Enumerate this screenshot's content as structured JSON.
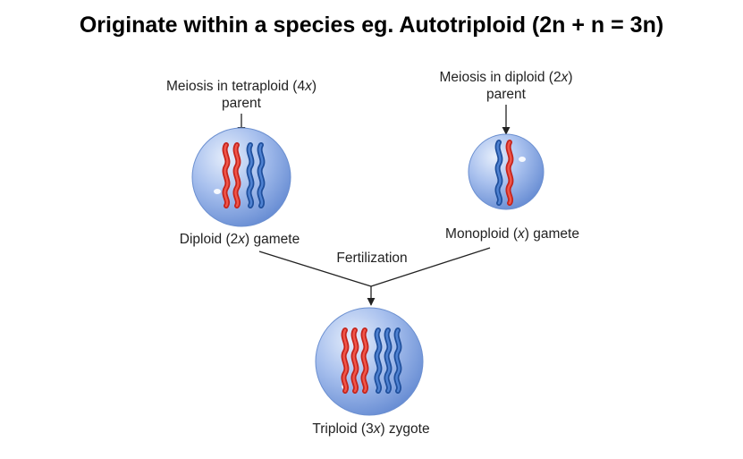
{
  "title": "Originate within a species eg. Autotriploid (2n + n = 3n)",
  "left_parent": {
    "line1_prefix": "Meiosis in tetraploid (4",
    "line1_var": "x",
    "line1_suffix": ")",
    "line2": "parent"
  },
  "right_parent": {
    "line1_prefix": "Meiosis in diploid (2",
    "line1_var": "x",
    "line1_suffix": ")",
    "line2": "parent"
  },
  "left_gamete": {
    "prefix": "Diploid (2",
    "var": "x",
    "suffix": ") gamete"
  },
  "right_gamete": {
    "prefix": "Monoploid (",
    "var": "x",
    "suffix": ") gamete"
  },
  "fertilization": "Fertilization",
  "zygote": {
    "prefix": "Triploid (3",
    "var": "x",
    "suffix": ") zygote"
  },
  "colors": {
    "red": "#e23a2e",
    "blue": "#2b5fb0",
    "cell": "#8fb0e6"
  }
}
